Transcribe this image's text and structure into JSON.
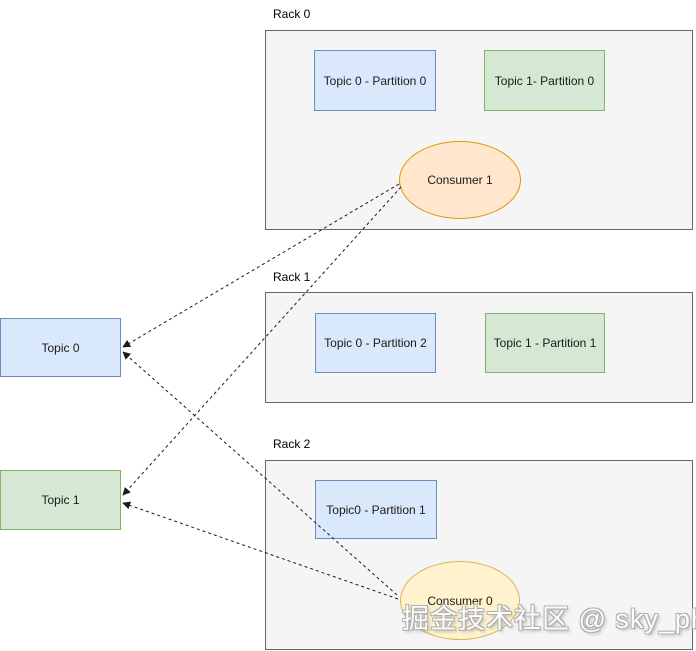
{
  "page": {
    "background": "#ffffff",
    "watermark": "掘金技术社区 @ sky_ph"
  },
  "topics": [
    {
      "label": "Topic 0",
      "color": "blue"
    },
    {
      "label": "Topic 1",
      "color": "green"
    }
  ],
  "racks": [
    {
      "label": "Rack 0",
      "partitions": [
        {
          "label": "Topic 0 - Partition 0",
          "color": "blue"
        },
        {
          "label": "Topic 1- Partition 0",
          "color": "green"
        }
      ],
      "consumer": {
        "label": "Consumer 1",
        "color": "orange"
      }
    },
    {
      "label": "Rack 1",
      "partitions": [
        {
          "label": "Topic 0 - Partition 2",
          "color": "blue"
        },
        {
          "label": "Topic 1 - Partition 1",
          "color": "green"
        }
      ]
    },
    {
      "label": "Rack 2",
      "partitions": [
        {
          "label": "Topic0 - Partition 1",
          "color": "blue"
        }
      ],
      "consumer": {
        "label": "Consumer 0",
        "color": "yellow"
      }
    }
  ],
  "edges": [
    {
      "from": "Consumer 1",
      "to": "Topic 0",
      "style": "dashed-arrow"
    },
    {
      "from": "Consumer 1",
      "to": "Topic 1",
      "style": "dashed-arrow"
    },
    {
      "from": "Consumer 0",
      "to": "Topic 0",
      "style": "dashed-arrow"
    },
    {
      "from": "Consumer 0",
      "to": "Topic 1",
      "style": "dashed-arrow"
    }
  ],
  "colors": {
    "blue_fill": "#dae8fc",
    "blue_border": "#6c8ebf",
    "green_fill": "#d5e8d4",
    "green_border": "#82b366",
    "orange_fill": "#ffe6cc",
    "orange_border": "#d79b00",
    "yellow_fill": "#fff2cc",
    "yellow_border": "#d6b656",
    "rack_fill": "#f5f5f5",
    "rack_border": "#666666",
    "edge_color": "#1a1a1a"
  }
}
